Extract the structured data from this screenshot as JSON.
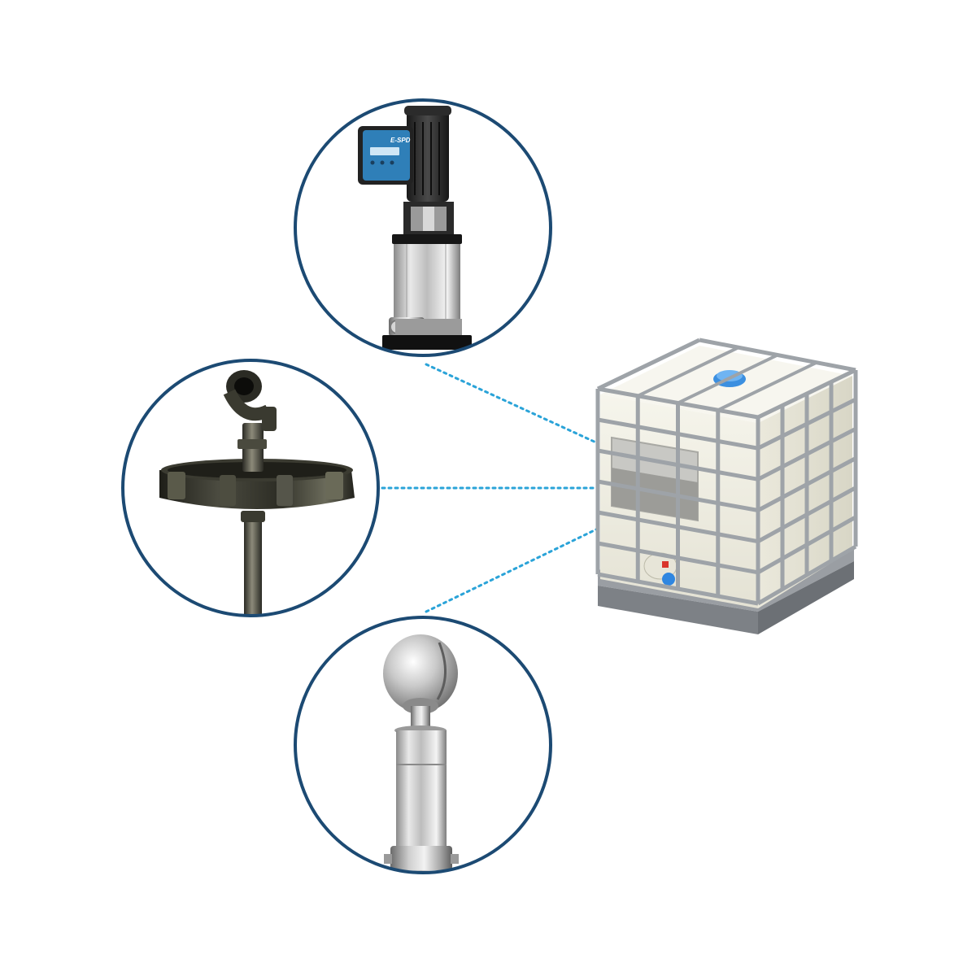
{
  "colors": {
    "background": "#ffffff",
    "circle_border": "#1c4a73",
    "connector": "#2aa3d8",
    "metal_light": "#e6e6e6",
    "metal_dark": "#6f6f6f",
    "tank_body": "#f1f0e6",
    "tank_cap": "#3b8fe0",
    "pump_panel": "#2f7fb8"
  },
  "pump_panel": {
    "brand": "E-SPD"
  },
  "components": [
    {
      "id": "vertical-pump",
      "icon": "vertical-multistage-pump-icon"
    },
    {
      "id": "tank-lid-assembly",
      "icon": "ibc-lid-with-pipe-fitting-icon"
    },
    {
      "id": "spray-nozzle",
      "icon": "rotary-spray-ball-nozzle-icon"
    }
  ],
  "target": {
    "icon": "ibc-tote-tank-icon"
  }
}
